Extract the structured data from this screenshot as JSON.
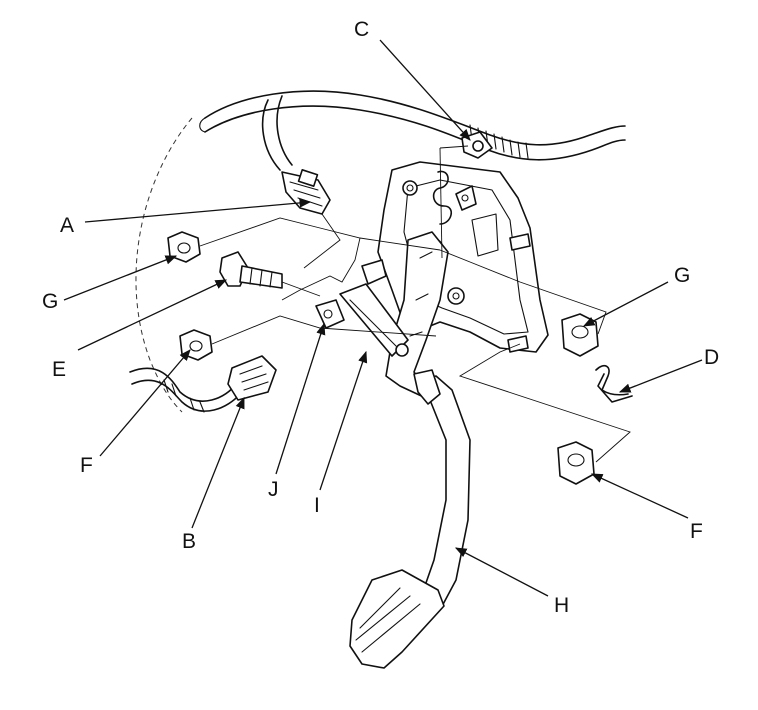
{
  "callouts": {
    "A": "A",
    "B": "B",
    "C": "C",
    "D": "D",
    "E": "E",
    "F_left": "F",
    "F_right": "F",
    "G_left": "G",
    "G_right": "G",
    "H": "H",
    "I": "I",
    "J": "J"
  }
}
